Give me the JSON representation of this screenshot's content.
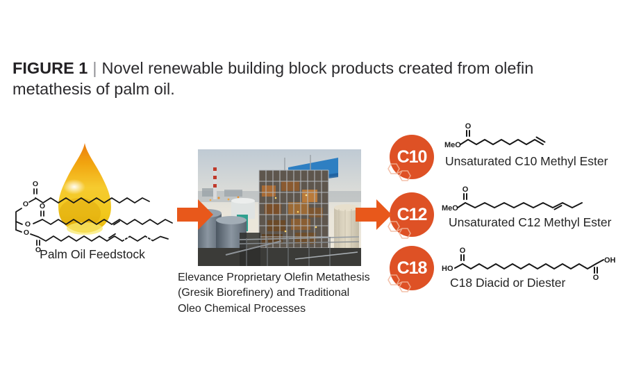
{
  "title": {
    "figure_label": "FIGURE 1",
    "separator": "|",
    "text": "Novel renewable building block products created from olefin metathesis of palm oil."
  },
  "feedstock": {
    "label": "Palm Oil Feedstock",
    "atom_o": "O"
  },
  "process": {
    "caption_lines": [
      "Elevance Proprietary Olefin Metathesis",
      "(Gresik Biorefinery) and Traditional",
      "Oleo Chemical Processes"
    ]
  },
  "products": [
    {
      "badge": "C10",
      "label": "Unsaturated C10 Methyl Ester",
      "atoms": {
        "head": "MeO",
        "carbonyl": "O"
      }
    },
    {
      "badge": "C12",
      "label": "Unsaturated C12 Methyl Ester",
      "atoms": {
        "head": "MeO",
        "carbonyl": "O"
      }
    },
    {
      "badge": "C18",
      "label": "C18 Diacid or Diester",
      "atoms": {
        "head": "HO",
        "carbonyl": "O",
        "tail_carbonyl": "O",
        "tail_hydroxyl": "OH"
      }
    }
  ],
  "colors": {
    "arrow_orange": "#e8581b",
    "badge_orange": "#de5125",
    "droplet_gold": "#f2c21d",
    "text_dark": "#2b2a2d"
  }
}
